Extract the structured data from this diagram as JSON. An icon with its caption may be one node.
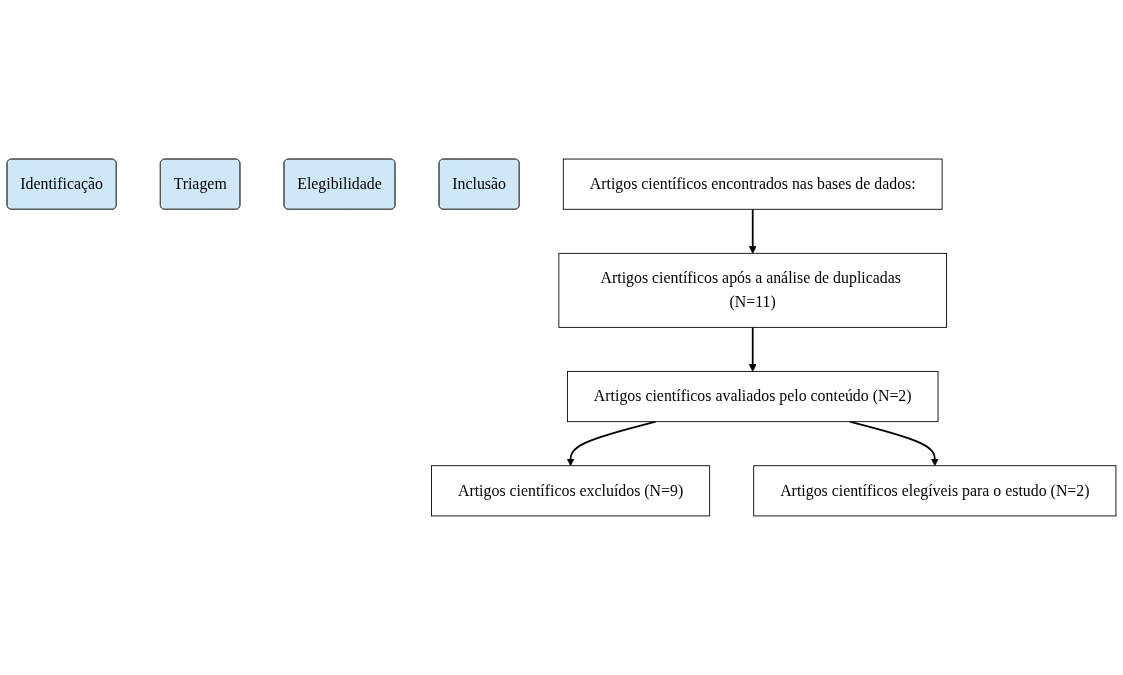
{
  "diagram": {
    "nodes": [
      {
        "text": [
          "Identificação"
        ]
      },
      {
        "text": [
          "Triagem"
        ]
      },
      {
        "text": [
          "Elegibilidade"
        ]
      },
      {
        "text": [
          "Inclusão"
        ]
      },
      {
        "text": [
          "Artigos científicos encontrados nas bases de dados:"
        ]
      },
      {
        "text": [
          "Artigos científicos após a análise de duplicadas (N=11)"
        ]
      },
      {
        "text": [
          "Artigos científicos avaliados pelo conteúdo (N=2)"
        ]
      },
      {
        "text": [
          "Artigos científicos excluídos (N=9)"
        ]
      },
      {
        "text": [
          "Artigos científicos elegíveis para o estudo (N=2)"
        ]
      }
    ],
    "edges": [
      {
        "from": 4,
        "to": 5,
        "arrow": "to"
      },
      {
        "from": 5,
        "to": 6,
        "arrow": "to"
      },
      {
        "from": 6,
        "to": 7,
        "arrow": "to"
      },
      {
        "from": 6,
        "to": 8,
        "arrow": "to"
      }
    ]
  }
}
